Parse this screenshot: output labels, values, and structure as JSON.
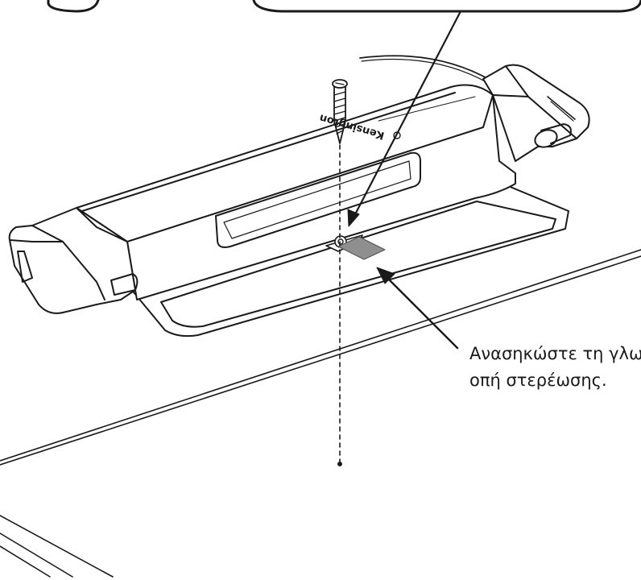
{
  "brand": {
    "logo_text": "Kensington"
  },
  "callout": {
    "line1": "Ανασηκώστε τη γλωτ",
    "line2": "οπή στερέωσης."
  }
}
